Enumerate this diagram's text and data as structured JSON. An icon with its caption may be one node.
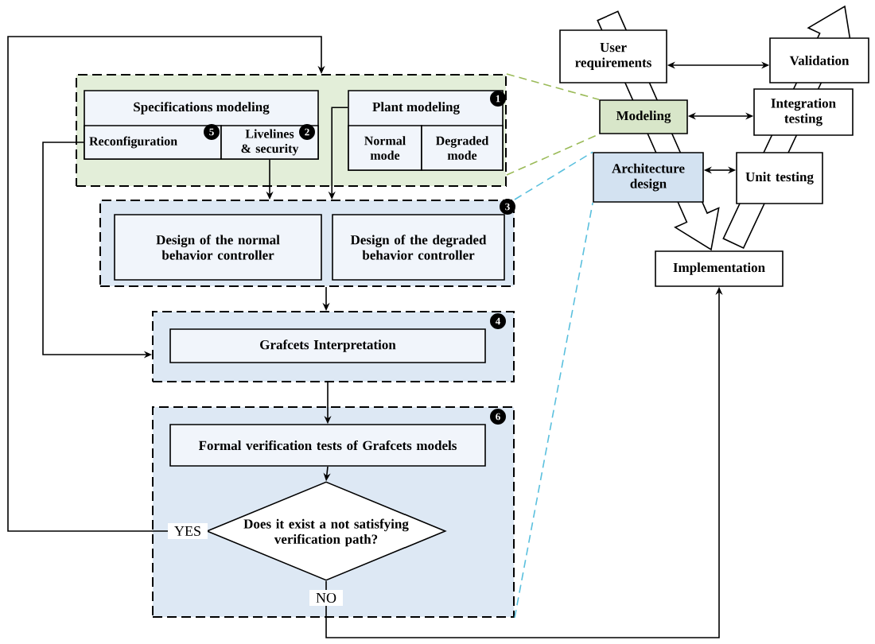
{
  "diagram": {
    "nodes": [
      {
        "text": [],
        "shape": "box"
      },
      {
        "text": [
          "Specifications modeling"
        ],
        "in": 0
      },
      {
        "text": [
          "Reconfiguration"
        ],
        "in": 1
      },
      {
        "text": [
          "Livelines & security"
        ],
        "in": 1
      },
      {
        "text": [
          "Plant modeling"
        ],
        "in": 0
      },
      {
        "text": [
          "Normal mode"
        ],
        "in": 4
      },
      {
        "text": [
          "Degraded mode"
        ],
        "in": 4
      },
      {
        "text": [],
        "shape": "box"
      },
      {
        "text": [
          "Design of the normal behavior controller"
        ],
        "in": 7
      },
      {
        "text": [
          "Design of the degraded behavior controller"
        ],
        "in": 7
      },
      {
        "text": [],
        "shape": "box"
      },
      {
        "text": [
          "Grafcets Interpretation"
        ],
        "in": 10
      },
      {
        "text": [],
        "shape": "box"
      },
      {
        "text": [
          "Formal verification tests of Grafcets models"
        ],
        "in": 12
      },
      {
        "text": [
          "Does it exist a not satisfying verification path?"
        ],
        "in": 12
      },
      {
        "text": [
          "User requirements"
        ]
      },
      {
        "text": [
          "Validation"
        ]
      },
      {
        "text": [
          "Modeling"
        ]
      },
      {
        "text": [
          "Integration testing"
        ]
      },
      {
        "text": [
          "Architecture design"
        ]
      },
      {
        "text": [
          "Unit testing"
        ]
      },
      {
        "text": [
          "Implementation"
        ]
      }
    ],
    "edges": [
      {
        "from": 14,
        "to": 0,
        "arrow": "to",
        "label": "YES"
      },
      {
        "from": 2,
        "to": 10,
        "arrow": "to"
      },
      {
        "from": 3,
        "to": 7,
        "arrow": "to"
      },
      {
        "from": 4,
        "to": 7,
        "arrow": "to"
      },
      {
        "from": 7,
        "to": 10,
        "arrow": "to"
      },
      {
        "from": 10,
        "to": 13,
        "arrow": "to"
      },
      {
        "from": 13,
        "to": 14,
        "arrow": "to"
      },
      {
        "from": 14,
        "to": 21,
        "arrow": "to",
        "label": "NO"
      },
      {
        "from": 15,
        "to": 16,
        "arrow": "both"
      },
      {
        "from": 17,
        "to": 18,
        "arrow": "both"
      },
      {
        "from": 19,
        "to": 20,
        "arrow": "both"
      },
      {
        "from": 0,
        "to": 17,
        "arrow": "none",
        "style": "dashed",
        "color": "#9bbb59"
      },
      {
        "from": 0,
        "to": 17,
        "arrow": "none",
        "style": "dashed",
        "color": "#9bbb59"
      },
      {
        "from": 7,
        "to": 19,
        "arrow": "none",
        "style": "dashed",
        "color": "#5bc0de"
      },
      {
        "from": 12,
        "to": 19,
        "arrow": "none",
        "style": "dashed",
        "color": "#5bc0de"
      },
      {
        "from": 15,
        "to": 21,
        "arrow": "to",
        "style": "thick"
      },
      {
        "from": 21,
        "to": 16,
        "arrow": "to",
        "style": "thick"
      }
    ],
    "labels": [
      "1",
      "5",
      "2",
      "3",
      "4",
      "6"
    ]
  }
}
